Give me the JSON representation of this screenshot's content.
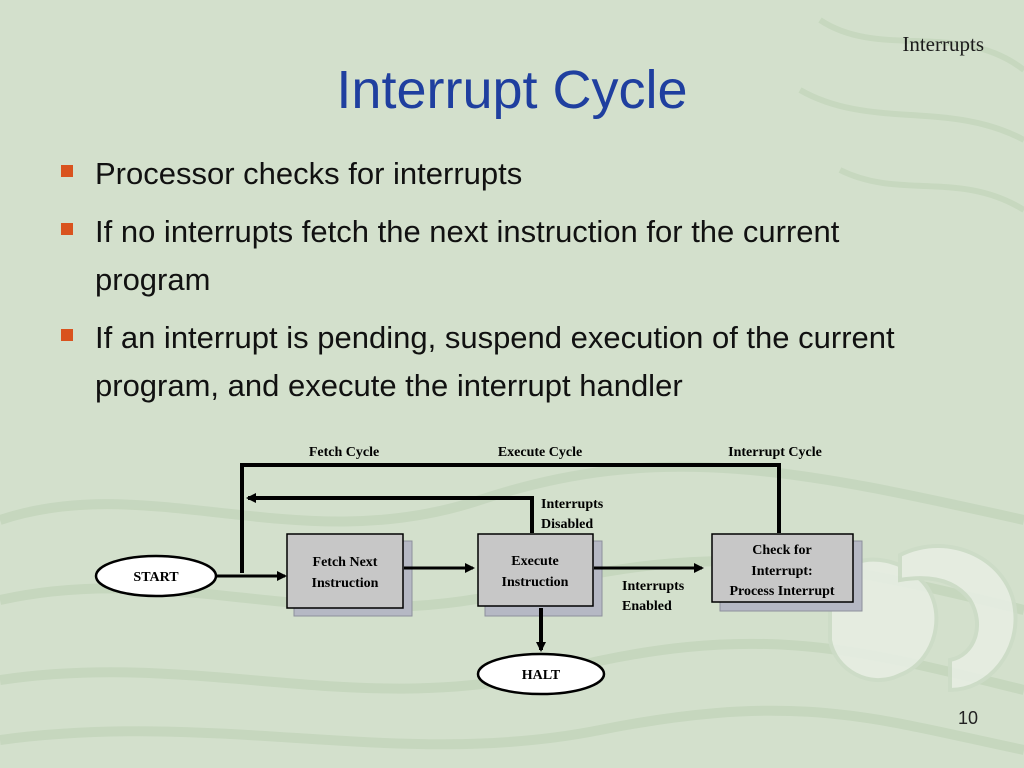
{
  "header": {
    "section": "Interrupts"
  },
  "title": "Interrupt Cycle",
  "bullets": [
    {
      "text": "Processor checks for interrupts"
    },
    {
      "text": "If no interrupts fetch the next instruction for the current program"
    },
    {
      "text": "If an interrupt is pending, suspend execution of the current program, and execute the interrupt handler"
    }
  ],
  "diagram": {
    "phases": {
      "fetch": "Fetch Cycle",
      "execute": "Execute Cycle",
      "interrupt": "Interrupt Cycle"
    },
    "start": "START",
    "halt": "HALT",
    "fetch_box": [
      "Fetch Next",
      "Instruction"
    ],
    "execute_box": [
      "Execute",
      "Instruction"
    ],
    "check_box": [
      "Check for",
      "Interrupt:",
      "Process Interrupt"
    ],
    "interrupts_disabled": [
      "Interrupts",
      "Disabled"
    ],
    "interrupts_enabled": [
      "Interrupts",
      "Enabled"
    ],
    "colors": {
      "box_fill": "#c7c7c7",
      "box_shadow": "#b5b8c4",
      "oval_fill": "#ffffff",
      "line": "#000000"
    }
  },
  "footer": {
    "page_number": "10"
  }
}
